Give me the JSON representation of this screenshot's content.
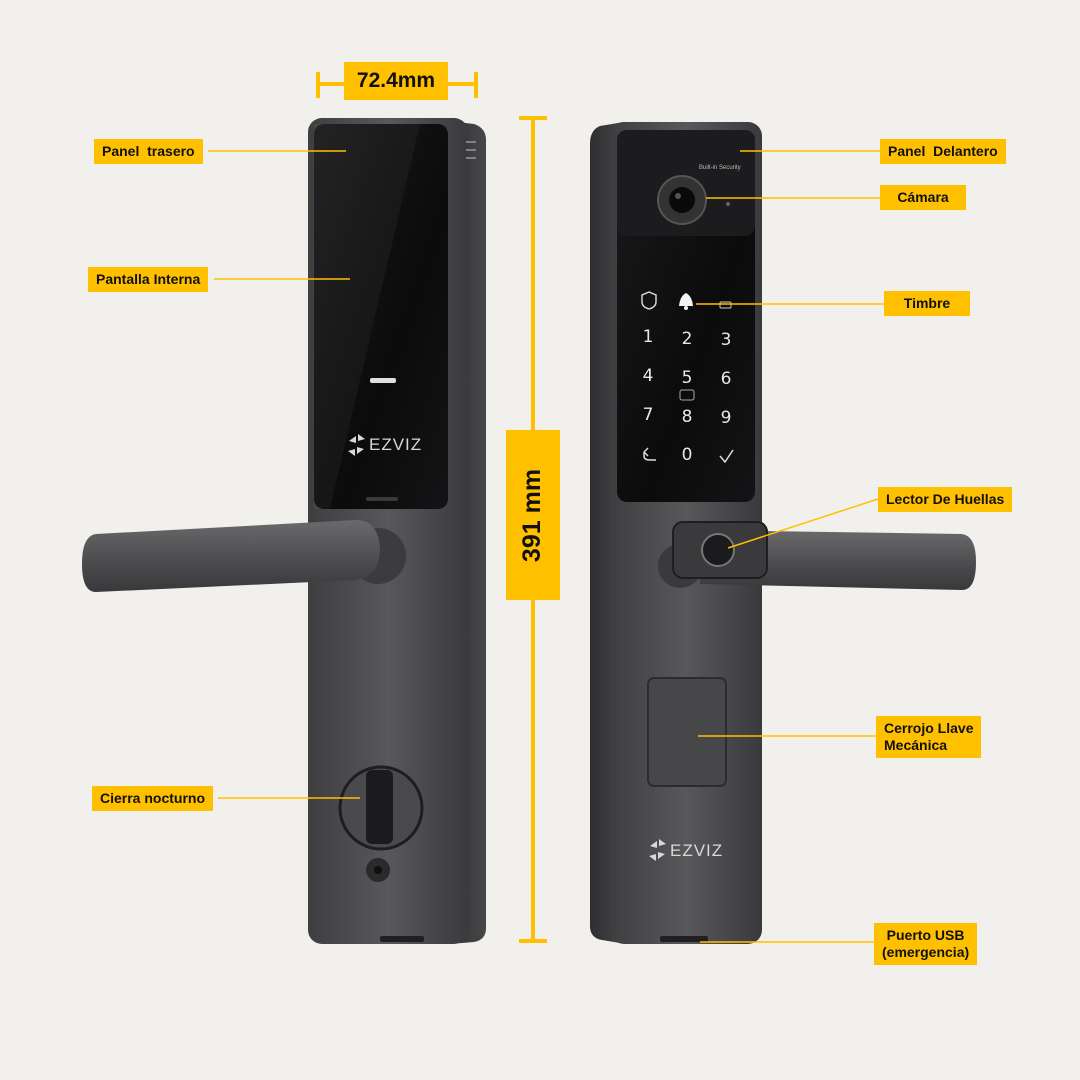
{
  "dimensions": {
    "width": "72.4mm",
    "height": "391 mm"
  },
  "brand": "EZVIZ",
  "camera_text": "Built-in Security",
  "keypad": [
    "1",
    "2",
    "3",
    "4",
    "5",
    "6",
    "7",
    "8",
    "9",
    "0"
  ],
  "labels": {
    "panel_trasero": "Panel  trasero",
    "pantalla_interna": "Pantalla Interna",
    "cierra_nocturno": "Cierra nocturno",
    "panel_delantero": "Panel  Delantero",
    "camara": "Cámara",
    "timbre": "Timbre",
    "lector_huellas": "Lector De Huellas",
    "cerrojo_line1": "Cerrojo Llave",
    "cerrojo_line2": "Mecánica",
    "usb_line1": "Puerto USB",
    "usb_line2": "(emergencia)"
  },
  "colors": {
    "accent": "#ffc000",
    "body": "#4b4b4e",
    "screen": "#101012",
    "background": "#f1f0ec"
  }
}
